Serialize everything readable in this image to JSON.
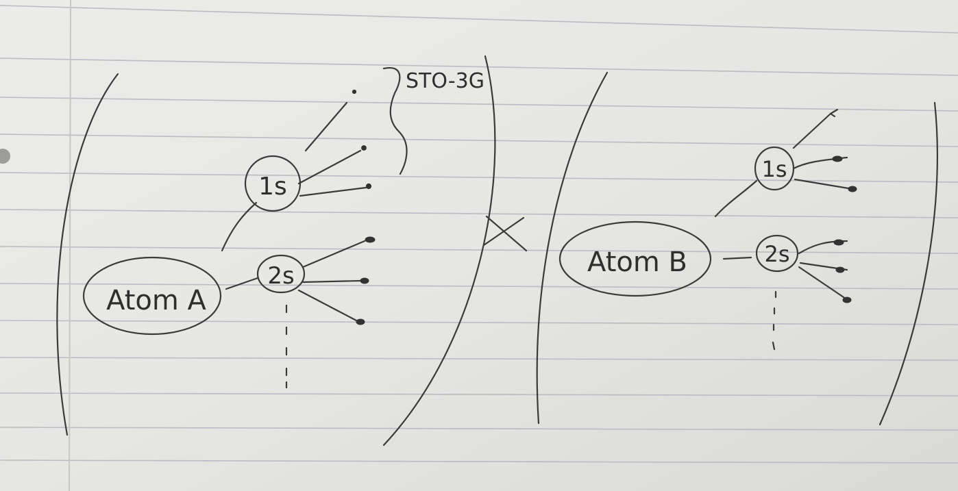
{
  "atoms": [
    {
      "label": "Atom A"
    },
    {
      "label": "Atom B"
    }
  ],
  "orbitals": {
    "a_1s": "1s",
    "a_2s": "2s",
    "b_1s": "1s",
    "b_2s": "2s"
  },
  "basis_label": "STO-3G",
  "operator": "×",
  "colors": {
    "ink": "#3a3a3a",
    "paper": "#e8e8e5",
    "rule_line": "#b9bcc3",
    "margin_line": "#c6c6c4"
  }
}
